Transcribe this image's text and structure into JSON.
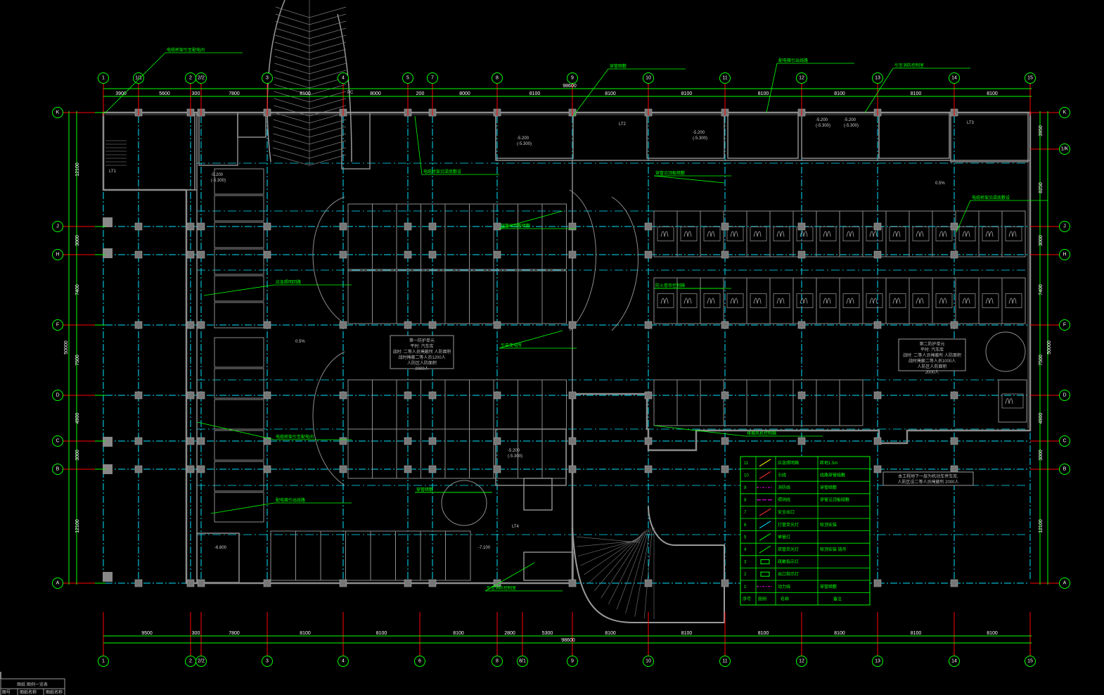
{
  "colors": {
    "background": "#000000",
    "grid_bubble": "#00ff00",
    "axis_line": "#ff0000",
    "wall": "#8c8c8c",
    "wiring": "#00e5ff",
    "annotation": "#00ff00"
  },
  "grid": {
    "top_axes": [
      "1",
      "1/1",
      "2",
      "2/2",
      "3",
      "4",
      "5",
      "7",
      "8",
      "9",
      "10",
      "11",
      "12",
      "13",
      "14",
      "15"
    ],
    "bottom_axes": [
      "1",
      "2",
      "2/2",
      "3",
      "4",
      "6",
      "8",
      "8/1",
      "9",
      "10",
      "11",
      "12",
      "13",
      "14",
      "15"
    ],
    "left_axes": [
      "K",
      "J",
      "H",
      "F",
      "D",
      "C",
      "B",
      "A"
    ],
    "right_axes": [
      "K",
      "1/K",
      "J",
      "H",
      "F",
      "D",
      "C",
      "B",
      "A"
    ]
  },
  "dimensions": {
    "top_total": "98600",
    "top": [
      "3900",
      "5600",
      "300",
      "7800",
      "8100",
      "8000",
      "200",
      "8000",
      "8100",
      "8100",
      "8100",
      "8100",
      "8100",
      "8100",
      "8100"
    ],
    "bottom_total": "98600",
    "bottom": [
      "9500",
      "300",
      "7800",
      "8100",
      "8100",
      "8100",
      "2800",
      "5300",
      "8100",
      "8100",
      "8100",
      "8100",
      "8100",
      "8100"
    ],
    "left_total": "50000",
    "left": [
      "12100",
      "3000",
      "7400",
      "7500",
      "4900",
      "3000",
      "12100"
    ],
    "right_total": "50000",
    "right": [
      "3950",
      "8250",
      "3000",
      "7400",
      "7500",
      "4900",
      "3000",
      "12100"
    ]
  },
  "labels": {
    "stair_lt1": "LT1",
    "stair_lt2": "LT2",
    "stair_lt3": "LT3",
    "stair_lt4": "LT4",
    "elevations": [
      "-5.200",
      "(-5.300)",
      "-5.200",
      "(-5.300)",
      "-5.200",
      "(-5.300)",
      "-5.200",
      "(-5.300)",
      "-5.200",
      "(-5.300)",
      "-5.200",
      "(-5.300)",
      "-6.800",
      "-7.100"
    ],
    "slope": "0.5%",
    "ramp": "PC"
  },
  "unit_box_1": [
    "第一防护单元",
    "平时: 汽车库",
    "战时: 二等人员掩蔽所 人防面积",
    "战时掩蔽二等人员1200人",
    "人防区人防面积",
    "2000人"
  ],
  "unit_box_2": [
    "第二防护单元",
    "平时: 汽车库",
    "战时: 二等人员掩蔽所 人防面积",
    "战时掩蔽二等人员1000人",
    "人防区人防面积",
    "2000人"
  ],
  "note_box": [
    "本工程地下一层为机动车停车库,",
    "人防区设二等人员掩蔽所 2000人"
  ],
  "annotations": [
    "电缆桥架引至配电间",
    "穿管暗敷",
    "配电箱引出线路",
    "引至消防控制室",
    "电缆桥架沿梁底敷设",
    "穿管沿顶板暗敷",
    "引自变电所",
    "应急照明回路",
    "防火卷帘控制箱",
    "排烟风机控制箱"
  ],
  "legend": {
    "headers": [
      "序号",
      "图例",
      "名称",
      "备注"
    ],
    "rows": [
      {
        "no": "11",
        "name": "应急照明箱",
        "note": "距地1.5m"
      },
      {
        "no": "10",
        "name": "引线",
        "note": "线路穿管暗敷"
      },
      {
        "no": "9",
        "name": "消防线",
        "note": "穿管暗敷"
      },
      {
        "no": "8",
        "name": "照明线",
        "note": "穿管沿顶板暗敷"
      },
      {
        "no": "7",
        "name": "安全出口",
        "note": ""
      },
      {
        "no": "6",
        "name": "灯管荧光灯",
        "note": "吸顶安装"
      },
      {
        "no": "5",
        "name": "单管灯",
        "note": ""
      },
      {
        "no": "4",
        "name": "双管荧光灯",
        "note": "吸顶安装 链吊"
      },
      {
        "no": "3",
        "name": "疏散指示灯",
        "note": ""
      },
      {
        "no": "2",
        "name": "出口指示灯",
        "note": ""
      },
      {
        "no": "1",
        "name": "动力线",
        "note": "穿管暗敷"
      }
    ]
  },
  "title_block": {
    "title": "图纸 图例一览表",
    "cells": [
      "图号",
      "图纸名称",
      "图纸名称"
    ]
  }
}
